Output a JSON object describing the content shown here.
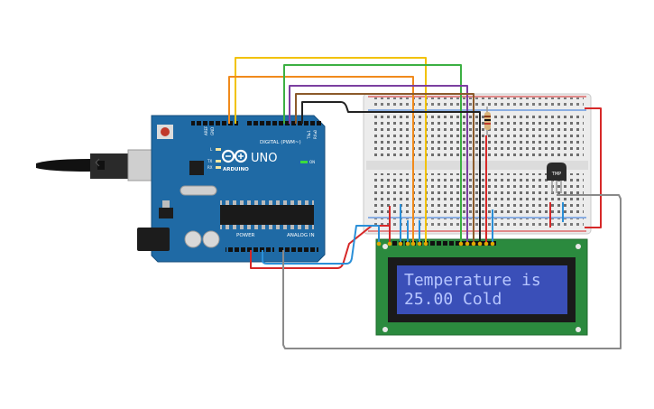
{
  "arduino": {
    "logo": "UNO",
    "brand": "ARDUINO",
    "digital_label": "DIGITAL (PWM~)",
    "power_label": "POWER",
    "analog_label": "ANALOG IN",
    "on_label": "ON",
    "l_label": "L",
    "tx_label": "TX",
    "rx_label": "RX",
    "aref_label": "AREF",
    "gnd_label": "GND",
    "txrx_label": "TX▸1",
    "rxrx_label": "RX◂0"
  },
  "sensor": {
    "label": "TMP"
  },
  "lcd": {
    "line1": "Temperature is",
    "line2": "25.00 Cold",
    "backlight_color": "#3a4fb8",
    "text_color": "#b7c6ff"
  },
  "colors": {
    "board": "#1f6aa5",
    "pcb": "#2b8a3e",
    "wire_yellow": "#f2c200",
    "wire_orange": "#f08a1c",
    "wire_green": "#3cb043",
    "wire_purple": "#7b3fa0",
    "wire_brown": "#8b5a2b",
    "wire_black": "#222222",
    "wire_red": "#d62828",
    "wire_blue": "#2a8fd8",
    "wire_gray": "#8a8a8a"
  }
}
